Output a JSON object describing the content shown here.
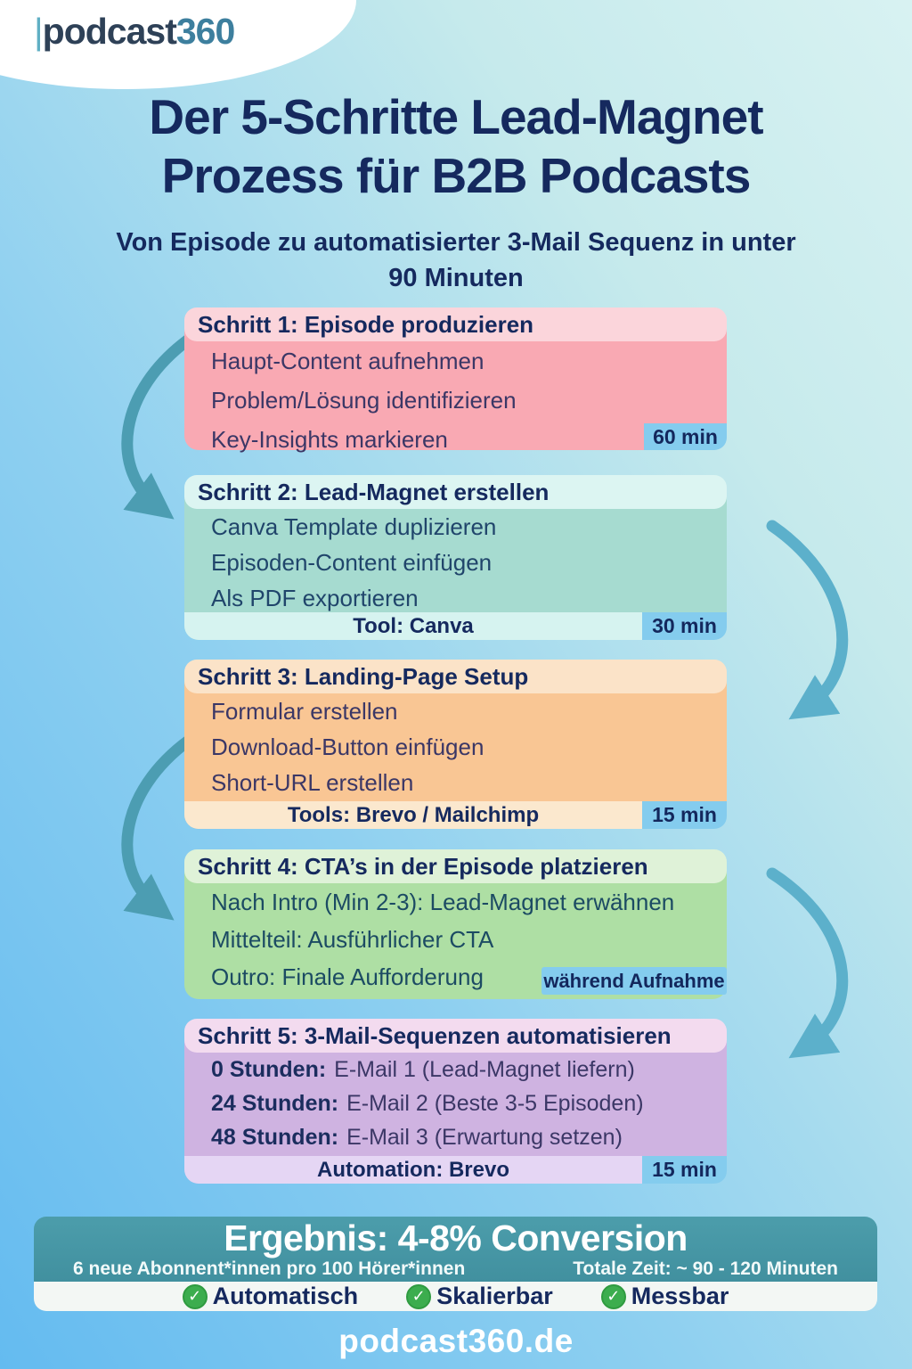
{
  "logo": {
    "pipe": "|",
    "name": "podcast",
    "suffix": "360"
  },
  "header": {
    "title_line1": "Der 5-Schritte Lead-Magnet",
    "title_line2": "Prozess für B2B Podcasts",
    "subtitle_line1": "Von Episode zu automatisierter 3-Mail Sequenz in unter",
    "subtitle_line2": "90 Minuten"
  },
  "steps": [
    {
      "title": "Schritt 1: Episode produzieren",
      "items": [
        "Haupt-Content aufnehmen",
        "Problem/Lösung identifizieren",
        "Key-Insights markieren"
      ],
      "time": "60 min"
    },
    {
      "title": "Schritt 2: Lead-Magnet erstellen",
      "items": [
        "Canva Template duplizieren",
        "Episoden-Content einfügen",
        "Als PDF exportieren"
      ],
      "tool": "Tool: Canva",
      "time": "30 min"
    },
    {
      "title": "Schritt 3: Landing-Page Setup",
      "items": [
        "Formular erstellen",
        "Download-Button einfügen",
        "Short-URL erstellen"
      ],
      "tool": "Tools: Brevo / Mailchimp",
      "time": "15 min"
    },
    {
      "title": "Schritt 4: CTA’s in der Episode platzieren",
      "items": [
        "Nach Intro (Min 2-3): Lead-Magnet erwähnen",
        "Mittelteil: Ausführlicher CTA",
        "Outro: Finale Aufforderung"
      ],
      "time": "während Aufnahme"
    },
    {
      "title": "Schritt 5: 3-Mail-Sequenzen automatisieren",
      "items": [
        {
          "prefix": "0 Stunden:",
          "text": "E-Mail 1 (Lead-Magnet liefern)"
        },
        {
          "prefix": "24 Stunden:",
          "text": "E-Mail 2 (Beste 3-5 Episoden)"
        },
        {
          "prefix": "48 Stunden:",
          "text": "E-Mail 3 (Erwartung setzen)"
        }
      ],
      "tool": "Automation: Brevo",
      "time": "15 min"
    }
  ],
  "result": {
    "headline": "Ergebnis: 4-8% Conversion",
    "stat_left": "6 neue Abonnent*innen pro 100 Hörer*innen",
    "stat_right": "Totale Zeit: ~ 90 - 120 Minuten",
    "check_glyph": "✓",
    "badges": [
      "Automatisch",
      "Skalierbar",
      "Messbar"
    ]
  },
  "footer": {
    "site": "podcast360.de"
  },
  "colors": {
    "navy_text": "#15295E",
    "badge_blue": "#84CCEE",
    "banner_teal": "#45929F",
    "check_green": "#3CAD4E",
    "arrow_teal_left": "#4C9DB2",
    "arrow_teal_right": "#5CB0CB",
    "step_body_colors": [
      "#F9A9B3",
      "#A6DBD0",
      "#F9C694",
      "#AEDFA4",
      "#CFB3E1"
    ],
    "step_header_colors": [
      "#FBD5DB",
      "#DCF5F2",
      "#FBE3C8",
      "#DFF2D8",
      "#F3DBEF"
    ]
  }
}
